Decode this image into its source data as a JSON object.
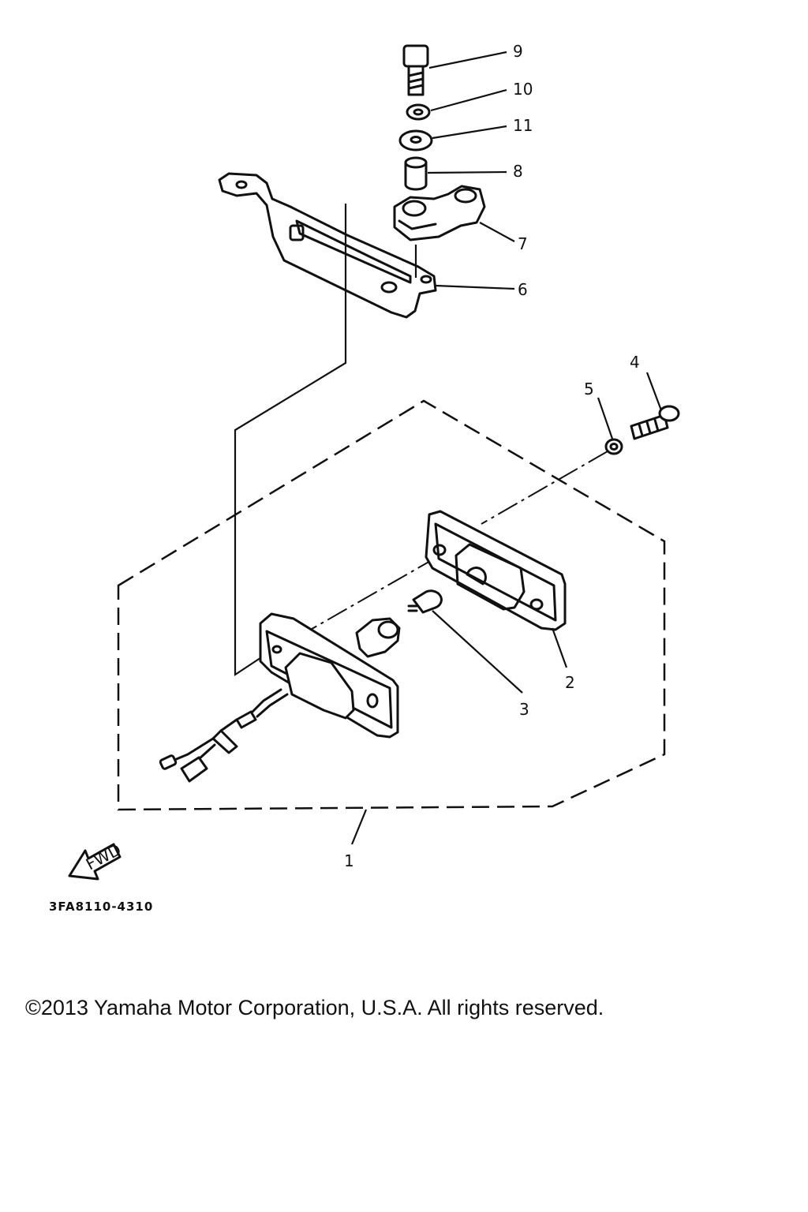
{
  "diagram": {
    "callouts": [
      {
        "id": "c1",
        "label": "1"
      },
      {
        "id": "c2",
        "label": "2"
      },
      {
        "id": "c3",
        "label": "3"
      },
      {
        "id": "c4",
        "label": "4"
      },
      {
        "id": "c5",
        "label": "5"
      },
      {
        "id": "c6",
        "label": "6"
      },
      {
        "id": "c7",
        "label": "7"
      },
      {
        "id": "c8",
        "label": "8"
      },
      {
        "id": "c9",
        "label": "9"
      },
      {
        "id": "c10",
        "label": "10"
      },
      {
        "id": "c11",
        "label": "11"
      }
    ],
    "fwd_label": "FWD",
    "drawing_code": "3FA8110-4310"
  },
  "footer": {
    "copyright": "©2013 Yamaha Motor Corporation, U.S.A. All rights reserved."
  }
}
